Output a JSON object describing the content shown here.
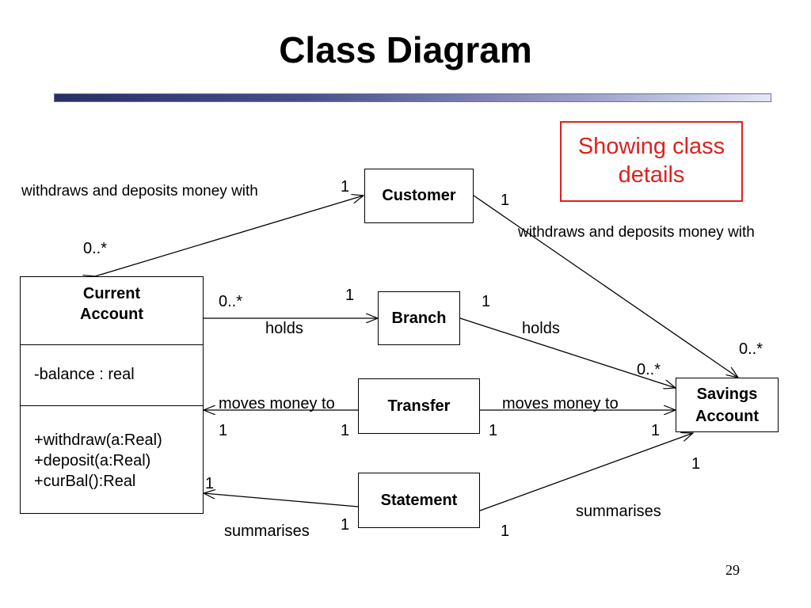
{
  "slide": {
    "title": "Class Diagram",
    "note": "Showing class details",
    "page_number": "29"
  },
  "classes": {
    "customer": "Customer",
    "branch": "Branch",
    "transfer": "Transfer",
    "statement": "Statement",
    "savings_account": "Savings Account",
    "current_account": {
      "name_line1": "Current",
      "name_line2": "Account",
      "attribute": "-balance : real",
      "operations": [
        "+withdraw(a:Real)",
        "+deposit(a:Real)",
        "+curBal():Real"
      ]
    }
  },
  "associations": {
    "customer_current": {
      "label": "withdraws and deposits money with",
      "mult_customer": "1",
      "mult_current": "0..*"
    },
    "customer_savings": {
      "label": "withdraws and deposits money with",
      "mult_customer": "1",
      "mult_savings": "0..*"
    },
    "branch_current": {
      "label": "holds",
      "mult_current": "0..*",
      "mult_branch": "1"
    },
    "branch_savings": {
      "label": "holds",
      "mult_branch": "1",
      "mult_savings": "0..*"
    },
    "transfer_current": {
      "label": "moves money to",
      "mult_current": "1",
      "mult_transfer": "1"
    },
    "transfer_savings": {
      "label": "moves money to",
      "mult_transfer": "1",
      "mult_savings": "1"
    },
    "statement_current": {
      "label": "summarises",
      "mult_current": "1",
      "mult_statement": "1"
    },
    "statement_savings": {
      "label": "summarises",
      "mult_statement": "1",
      "mult_savings": "1"
    }
  }
}
